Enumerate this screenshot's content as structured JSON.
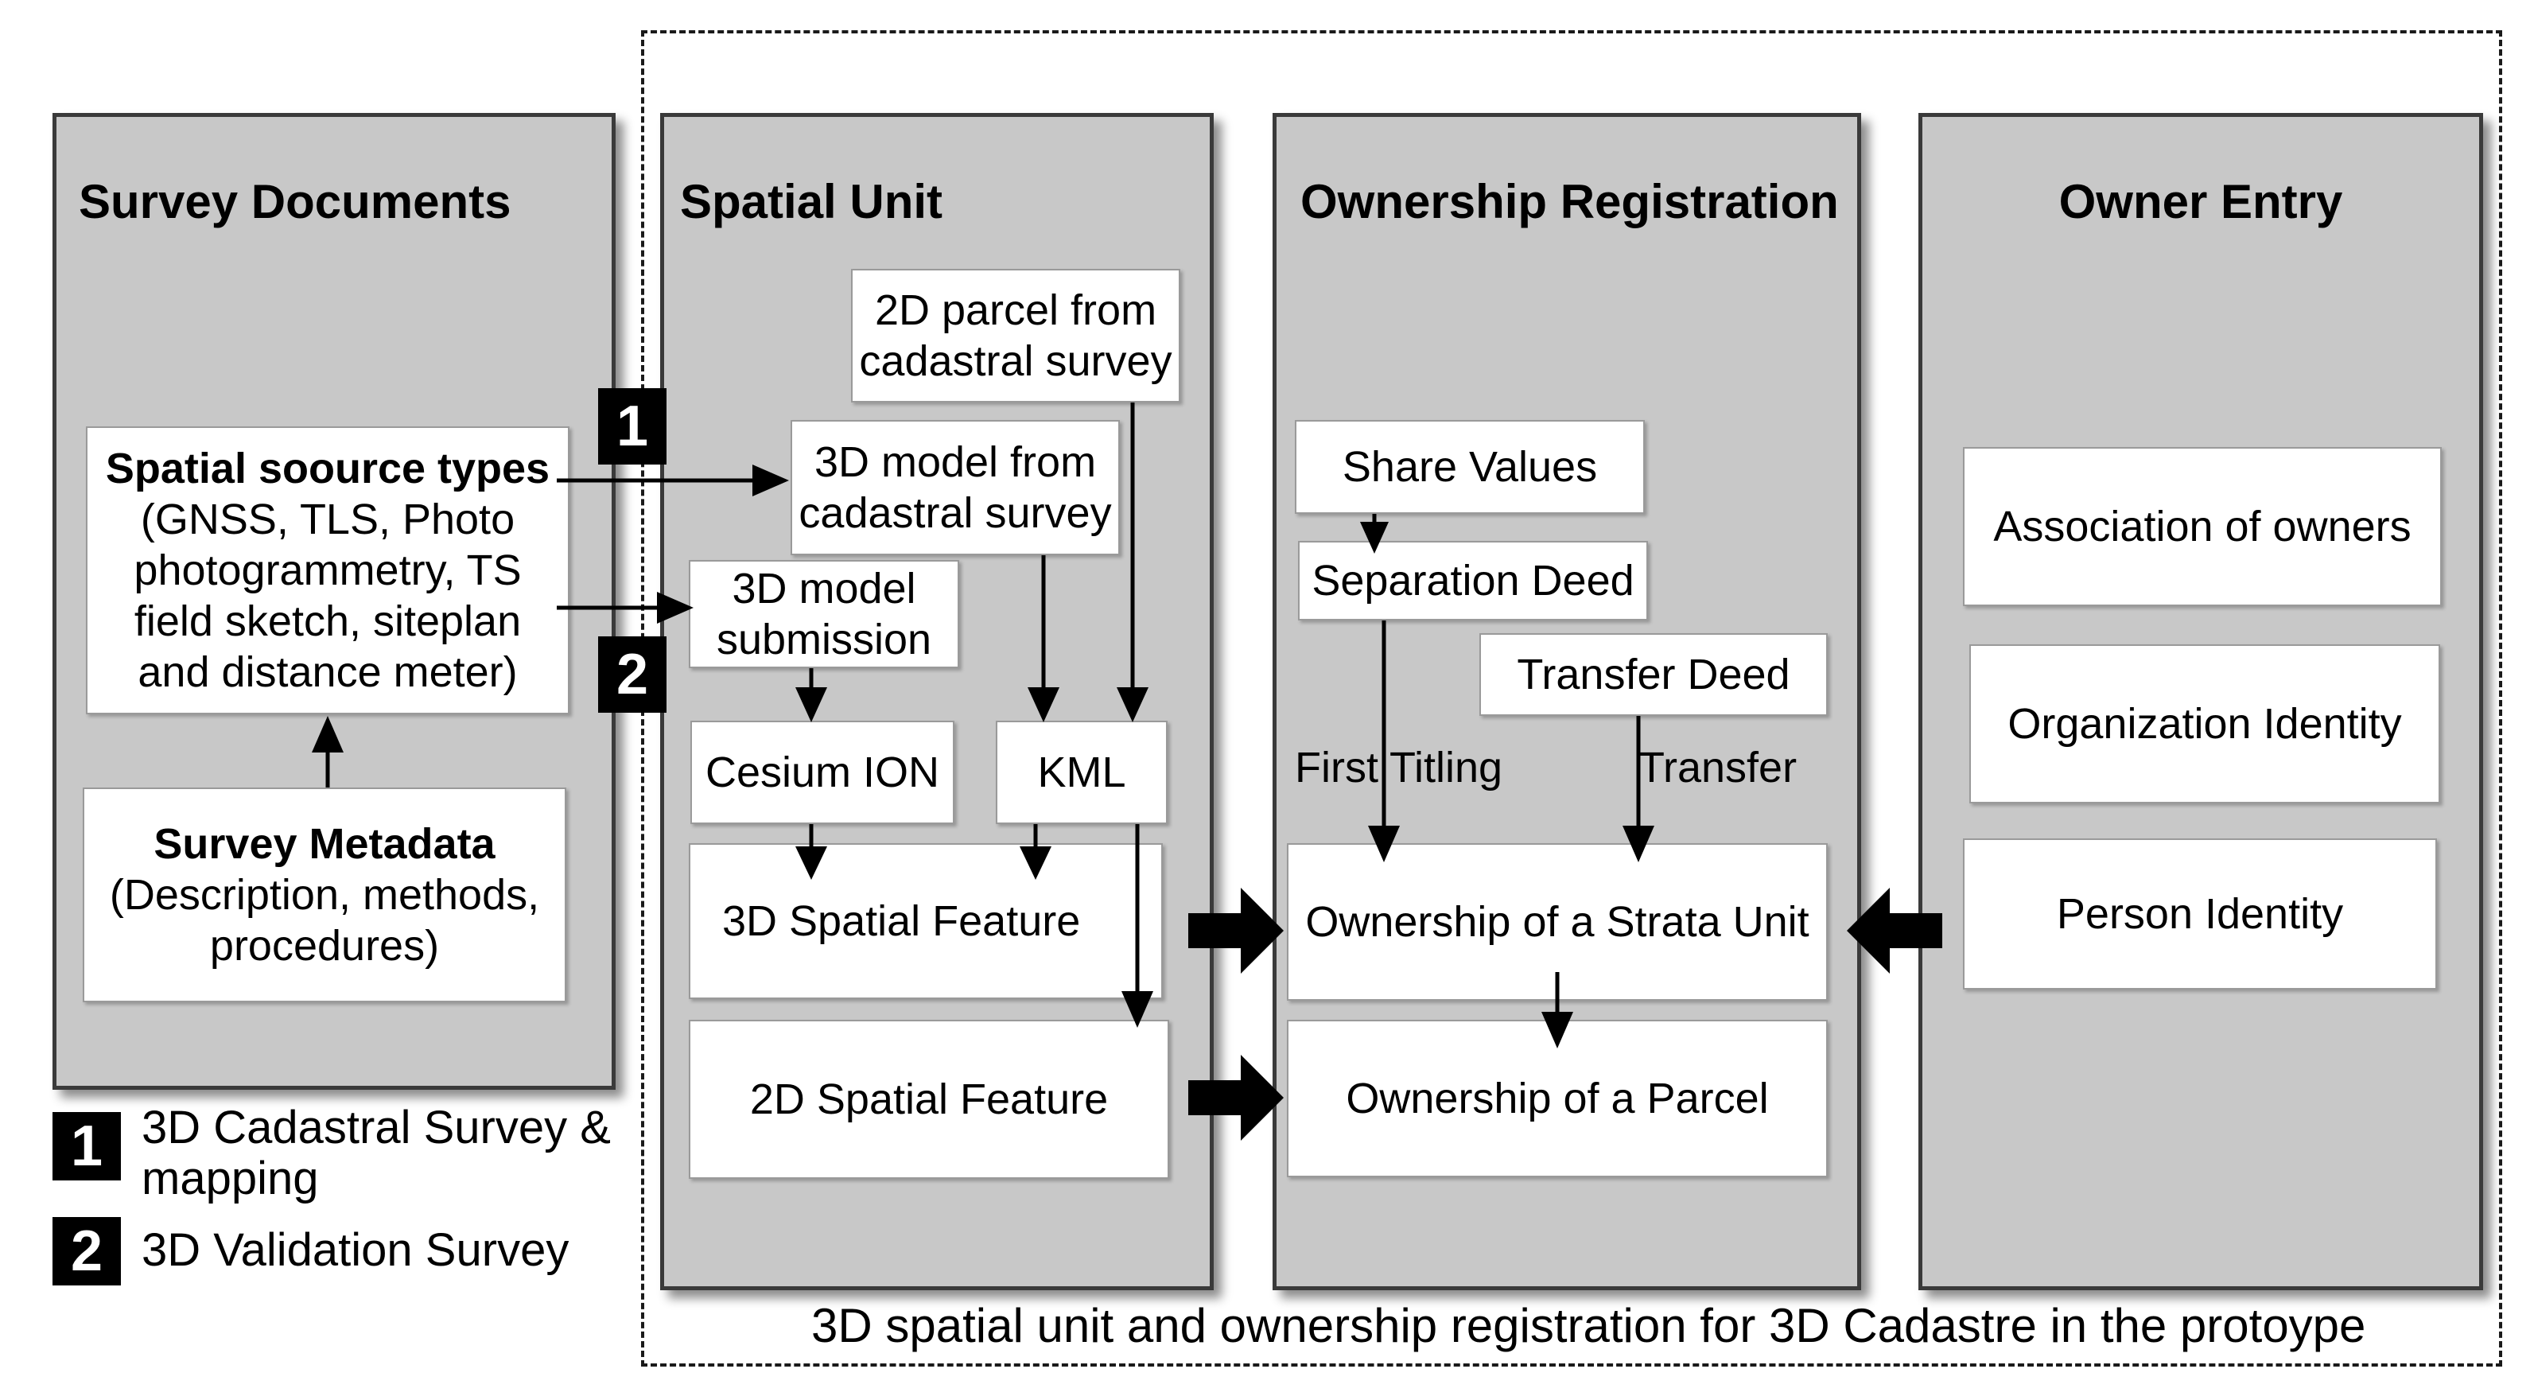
{
  "panels": {
    "survey_documents": "Survey Documents",
    "spatial_unit": "Spatial Unit",
    "ownership_registration": "Ownership Registration",
    "owner_entry": "Owner Entry"
  },
  "survey": {
    "source_title": "Spatial soource types",
    "source_lines": [
      "(GNSS, TLS, Photo",
      "photogrammetry, TS",
      "field sketch, siteplan",
      "and distance meter)"
    ],
    "meta_title": "Survey Metadata",
    "meta_lines": [
      "(Description, methods,",
      "procedures)"
    ]
  },
  "spatial": {
    "parcel2d": [
      "2D parcel from",
      "cadastral survey"
    ],
    "model3d": [
      "3D model from",
      "cadastral survey"
    ],
    "submission": [
      "3D model",
      "submission"
    ],
    "cesium": "Cesium ION",
    "kml": "KML",
    "feature3d": "3D Spatial Feature",
    "feature2d": "2D Spatial Feature"
  },
  "ownership": {
    "share_values": "Share Values",
    "separation_deed": "Separation Deed",
    "transfer_deed": "Transfer Deed",
    "first_titling": "First Titling",
    "transfer": "Transfer",
    "strata_unit": "Ownership of a Strata Unit",
    "parcel": "Ownership of a Parcel"
  },
  "owner": {
    "association": "Association of owners",
    "organization": "Organization Identity",
    "person": "Person Identity"
  },
  "badges": {
    "one": "1",
    "two": "2"
  },
  "legend": {
    "one_lines": [
      "3D Cadastral Survey &",
      "mapping"
    ],
    "two": "3D Validation Survey"
  },
  "caption": "3D spatial unit and ownership registration for 3D Cadastre in the protoype"
}
